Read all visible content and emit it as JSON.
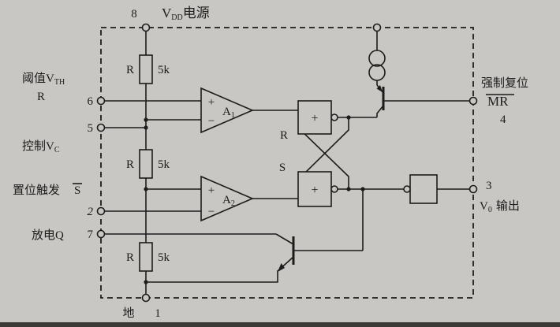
{
  "colors": {
    "background": "#c9c7c3",
    "ink": "#1c1c1c",
    "scan_edge": "#3c3b38"
  },
  "power": {
    "pin": "8",
    "v": "V",
    "sub": "DD",
    "rest": "电源"
  },
  "ground": {
    "label": "地",
    "pin": "1"
  },
  "left": {
    "threshold": {
      "main": "阈值V",
      "sub": "TH"
    },
    "threshold_r": "R",
    "pin6": "6",
    "pin5": "5",
    "control": {
      "main": "控制V",
      "sub": "C"
    },
    "set_trigger": {
      "main": "置位触发",
      "s": "S"
    },
    "pin2": "2",
    "discharge": "放电Q",
    "pin7": "7"
  },
  "right": {
    "reset_title": "强制复位",
    "reset_label": "MR",
    "pin4": "4",
    "pin3": "3",
    "output": {
      "v": "V",
      "sub": "0",
      "rest": "输出"
    }
  },
  "internal": {
    "resistor_label": "R",
    "resistor_value": "5k",
    "comp1": {
      "main": "A",
      "sub": "1"
    },
    "comp2": {
      "main": "A",
      "sub": "2"
    },
    "plus": "+",
    "minus": "−",
    "latch_r": "R",
    "latch_s": "S",
    "gate_symbol": "+"
  }
}
